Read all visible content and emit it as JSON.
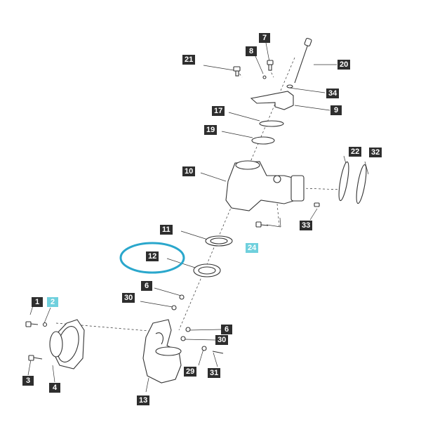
{
  "diagram": {
    "accent_color": "#2aa7cc",
    "label_color": "#2e2e2e",
    "highlight_label_color": "#6fd0dd",
    "callouts": [
      {
        "id": "c1",
        "text": "1",
        "highlight": false
      },
      {
        "id": "c2",
        "text": "2",
        "highlight": true
      },
      {
        "id": "c3",
        "text": "3",
        "highlight": false
      },
      {
        "id": "c4",
        "text": "4",
        "highlight": false
      },
      {
        "id": "c6a",
        "text": "6",
        "highlight": false
      },
      {
        "id": "c6b",
        "text": "6",
        "highlight": false
      },
      {
        "id": "c7",
        "text": "7",
        "highlight": false
      },
      {
        "id": "c8",
        "text": "8",
        "highlight": false
      },
      {
        "id": "c9",
        "text": "9",
        "highlight": false
      },
      {
        "id": "c10",
        "text": "10",
        "highlight": false
      },
      {
        "id": "c11",
        "text": "11",
        "highlight": false
      },
      {
        "id": "c12",
        "text": "12",
        "highlight": false
      },
      {
        "id": "c13",
        "text": "13",
        "highlight": false
      },
      {
        "id": "c17",
        "text": "17",
        "highlight": false
      },
      {
        "id": "c19",
        "text": "19",
        "highlight": false
      },
      {
        "id": "c20",
        "text": "20",
        "highlight": false
      },
      {
        "id": "c21",
        "text": "21",
        "highlight": false
      },
      {
        "id": "c22",
        "text": "22",
        "highlight": false
      },
      {
        "id": "c24",
        "text": "24",
        "highlight": true
      },
      {
        "id": "c29",
        "text": "29",
        "highlight": false
      },
      {
        "id": "c30a",
        "text": "30",
        "highlight": false
      },
      {
        "id": "c30b",
        "text": "30",
        "highlight": false
      },
      {
        "id": "c31",
        "text": "31",
        "highlight": false
      },
      {
        "id": "c32",
        "text": "32",
        "highlight": false
      },
      {
        "id": "c33",
        "text": "33",
        "highlight": false
      },
      {
        "id": "c34",
        "text": "34",
        "highlight": false
      }
    ]
  }
}
